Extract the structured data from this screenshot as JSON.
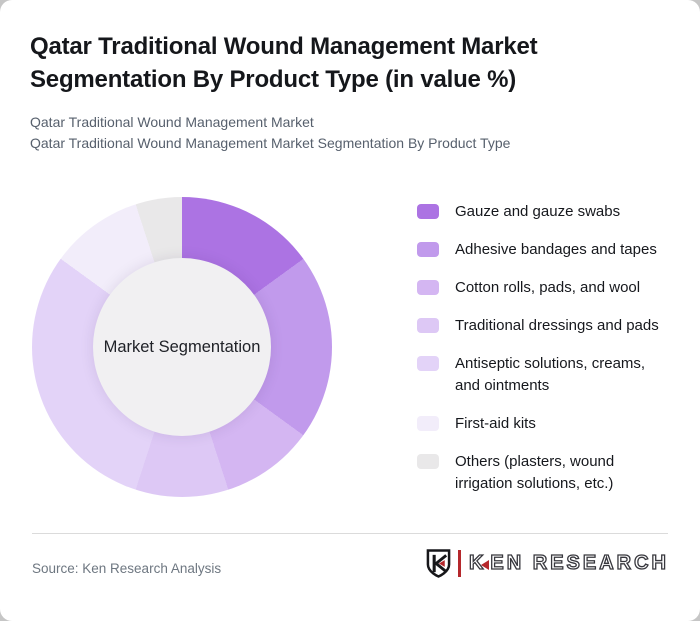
{
  "header": {
    "title": "Qatar Traditional Wound Management Market Segmentation By Product Type (in value %)",
    "subtitle_line1": "Qatar Traditional Wound Management Market",
    "subtitle_line2": "Qatar Traditional Wound Management Market Segmentation By Product Type"
  },
  "chart_data": {
    "type": "pie",
    "subtype": "donut",
    "title": "Qatar Traditional Wound Management Market Segmentation By Product Type (in value %)",
    "center_label": "Market Segmentation",
    "units": "value %",
    "legend_position": "right",
    "start_angle_deg": 0,
    "values_estimated_from_arc_angles": true,
    "series": [
      {
        "label": "Gauze and gauze swabs",
        "label_lines": [
          "Gauze and gauze swabs"
        ],
        "value": 15,
        "color": "#ac73e3"
      },
      {
        "label": "Adhesive bandages and tapes",
        "label_lines": [
          "Adhesive bandages and tapes"
        ],
        "value": 20,
        "color": "#c19aec"
      },
      {
        "label": "Cotton rolls, pads, and wool",
        "label_lines": [
          "Cotton rolls, pads, and wool"
        ],
        "value": 10,
        "color": "#d4b6f2"
      },
      {
        "label": "Traditional dressings and pads",
        "label_lines": [
          "Traditional dressings and pads"
        ],
        "value": 10,
        "color": "#ddc8f5"
      },
      {
        "label": "Antiseptic solutions, creams, and ointments",
        "label_lines": [
          "Antiseptic solutions, creams,",
          "and ointments"
        ],
        "value": 30,
        "color": "#e3d3f8"
      },
      {
        "label": "First-aid kits",
        "label_lines": [
          "First-aid kits"
        ],
        "value": 10,
        "color": "#f2edfa"
      },
      {
        "label": "Others (plasters, wound irrigation solutions, etc.)",
        "label_lines": [
          "Others (plasters, wound",
          "irrigation solutions, etc.)"
        ],
        "value": 5,
        "color": "#e9e8e9"
      }
    ]
  },
  "footer": {
    "source": "Source: Ken Research Analysis",
    "logo": {
      "text": "KEN RESEARCH",
      "text_before_triangle": "K",
      "text_after_triangle": "EN RESEARCH",
      "shield_letter": "K",
      "accent_color": "#b5282c"
    }
  },
  "colors": {
    "card_background": "#ffffff",
    "page_background": "#c6c6c6",
    "title_text": "#15171b",
    "subtitle_text": "#57606d",
    "legend_text": "#16181d",
    "source_text": "#6e7781",
    "divider": "#dbdbdb",
    "donut_hole": "#f1f0f2",
    "logo_accent": "#b5282c"
  }
}
